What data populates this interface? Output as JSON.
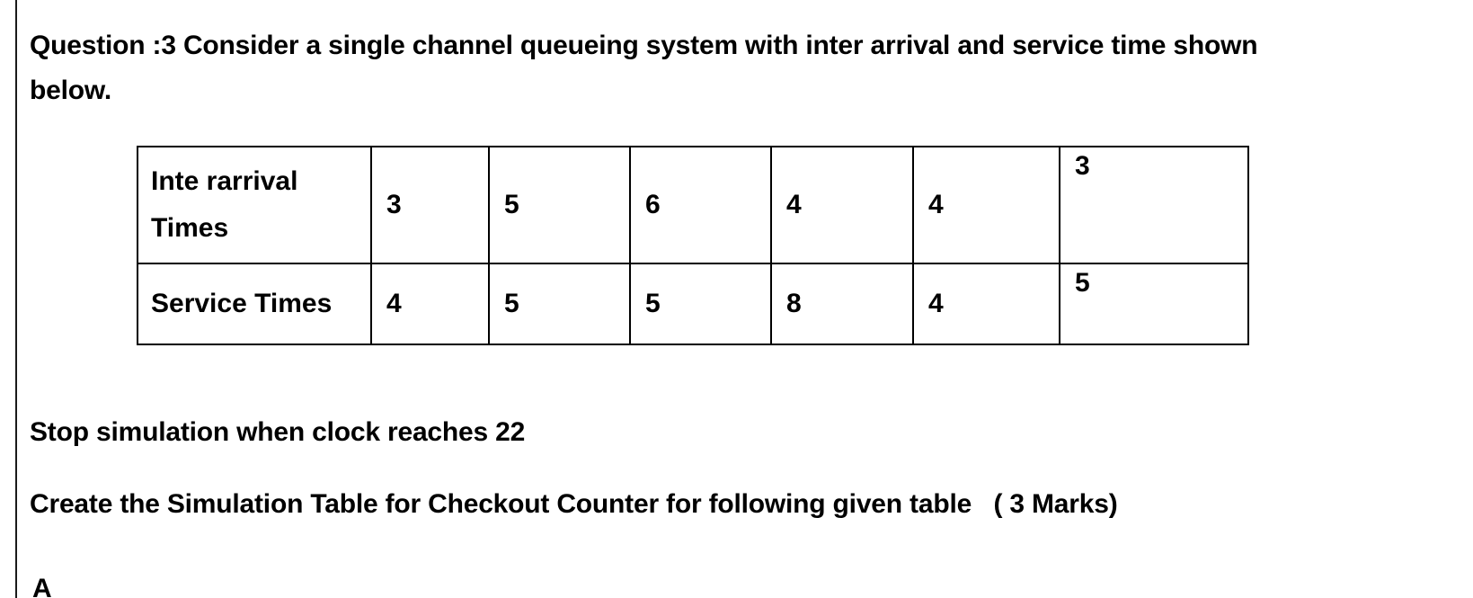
{
  "document": {
    "question_line_1": "Question :3 Consider a single channel queueing system with inter arrival and service time shown",
    "question_line_2": "below.",
    "stop_condition": "Stop simulation when clock reaches 22",
    "instruction": "Create the Simulation Table for Checkout Counter for following given table   ( 3 Marks)",
    "clipped_bottom_text": "A"
  },
  "table": {
    "rows": [
      {
        "label_line_1": "Inte rarrival",
        "label_line_2": "Times",
        "values": [
          "3",
          "5",
          "6",
          "4",
          "4",
          "3"
        ]
      },
      {
        "label_line_1": "Service Times",
        "label_line_2": "",
        "values": [
          "4",
          "5",
          "5",
          "8",
          "4",
          "5"
        ]
      }
    ]
  },
  "colors": {
    "text": "#000000",
    "background": "#ffffff",
    "border": "#000000",
    "margin_rule": "#1a1a1a"
  }
}
